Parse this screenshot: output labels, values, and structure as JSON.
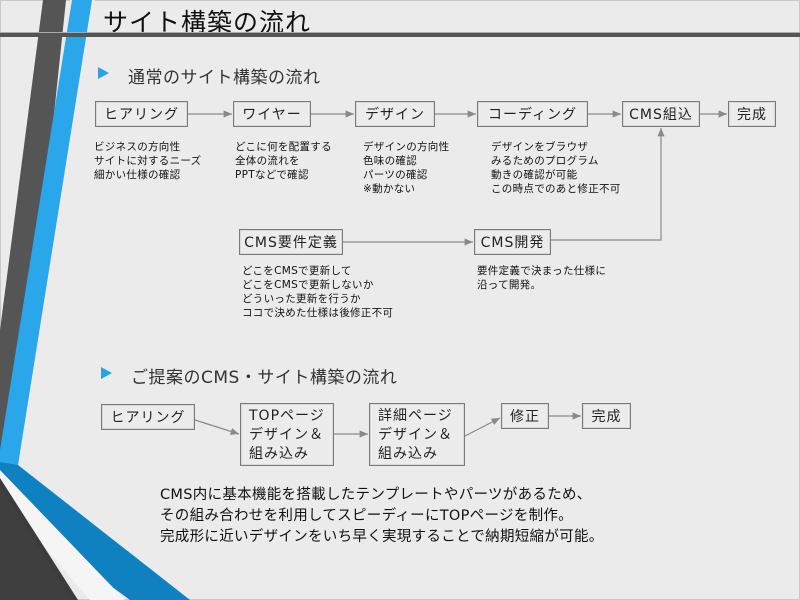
{
  "slide": {
    "title": "サイト構築の流れ",
    "colors": {
      "accent_blue": "#29a3e6",
      "dark_blue": "#0f7fbf",
      "dark_gray": "#555555",
      "background": "#ebebeb"
    }
  },
  "section1": {
    "heading": "通常のサイト構築の流れ",
    "steps": [
      {
        "label": "ヒアリング",
        "notes": "ビジネスの方向性\nサイトに対するニーズ\n細かい仕様の確認"
      },
      {
        "label": "ワイヤー",
        "notes": "どこに何を配置する\n全体の流れを\nPPTなどで確認"
      },
      {
        "label": "デザイン",
        "notes": "デザインの方向性\n色味の確認\nパーツの確認\n※動かない"
      },
      {
        "label": "コーディング",
        "notes": "デザインをブラウザ\nみるためのプログラム\n動きの確認が可能\nこの時点でのあと修正不可"
      },
      {
        "label": "CMS組込",
        "notes": ""
      },
      {
        "label": "完成",
        "notes": ""
      }
    ],
    "cms_steps": [
      {
        "label": "CMS要件定義",
        "notes": "どこをCMSで更新して\nどこをCMSで更新しないか\nどういった更新を行うか\nココで決めた仕様は後修正不可"
      },
      {
        "label": "CMS開発",
        "notes": "要件定義で決まった仕様に\n沿って開発。"
      }
    ]
  },
  "section2": {
    "heading": "ご提案のCMS・サイト構築の流れ",
    "steps": [
      {
        "label": "ヒアリング"
      },
      {
        "label": "TOPページ\nデザイン＆\n組み込み"
      },
      {
        "label": "詳細ページ\nデザイン＆\n組み込み"
      },
      {
        "label": "修正"
      },
      {
        "label": "完成"
      }
    ],
    "summary": "CMS内に基本機能を搭載したテンプレートやパーツがあるため、\nその組み合わせを利用してスピーディーにTOPページを制作。\n完成形に近いデザインをいち早く実現することで納期短縮が可能。"
  }
}
